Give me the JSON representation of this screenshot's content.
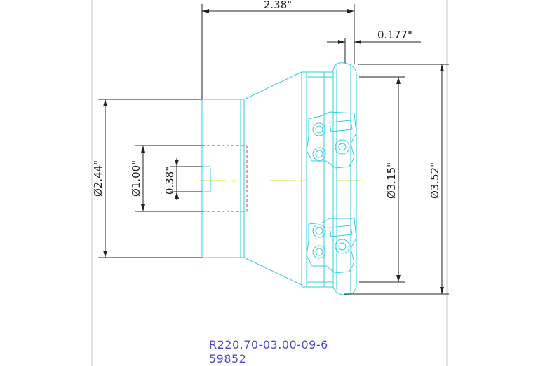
{
  "drawing": {
    "dimensions": {
      "overall_length": "2.38\"",
      "insert_offset": "0.177\"",
      "shank_diameter": "Ø2.44\"",
      "bore_diameter": "Ø1.00\"",
      "keyway_width": "0.38\"",
      "cutting_diameter": "Ø3.15\"",
      "max_diameter": "Ø3.52\""
    },
    "part_code": "R220.70-03.00-09-6",
    "part_number": "59852"
  },
  "colors": {
    "outline": "#33ccdd",
    "dimension": "#222222",
    "hidden": "#dd3333",
    "centerline": "#dddd33",
    "code": "#4d4dcc",
    "border": "#bbbbbb"
  }
}
